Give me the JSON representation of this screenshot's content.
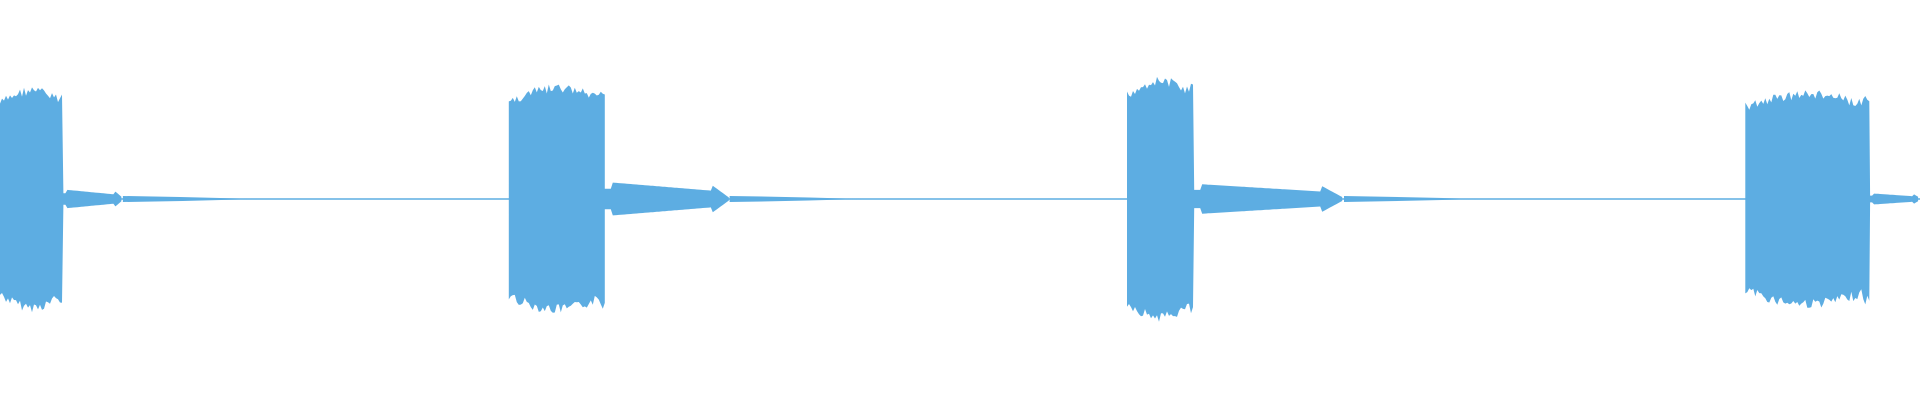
{
  "colors": {
    "background": "#ffffff",
    "waveform": "#5dade2"
  },
  "waveform": {
    "bursts": [
      {
        "name": "burst-1",
        "start": 0.0,
        "end": 0.033,
        "level": 0.57,
        "tail_end": 0.064,
        "tail_level": 0.05
      },
      {
        "name": "burst-2",
        "start": 0.265,
        "end": 0.315,
        "level": 0.58,
        "tail_end": 0.38,
        "tail_level": 0.09
      },
      {
        "name": "burst-3",
        "start": 0.587,
        "end": 0.622,
        "level": 0.62,
        "tail_end": 0.7,
        "tail_level": 0.08
      },
      {
        "name": "burst-4",
        "start": 0.909,
        "end": 0.974,
        "level": 0.55,
        "tail_end": 1.0,
        "tail_level": 0.03
      }
    ]
  }
}
